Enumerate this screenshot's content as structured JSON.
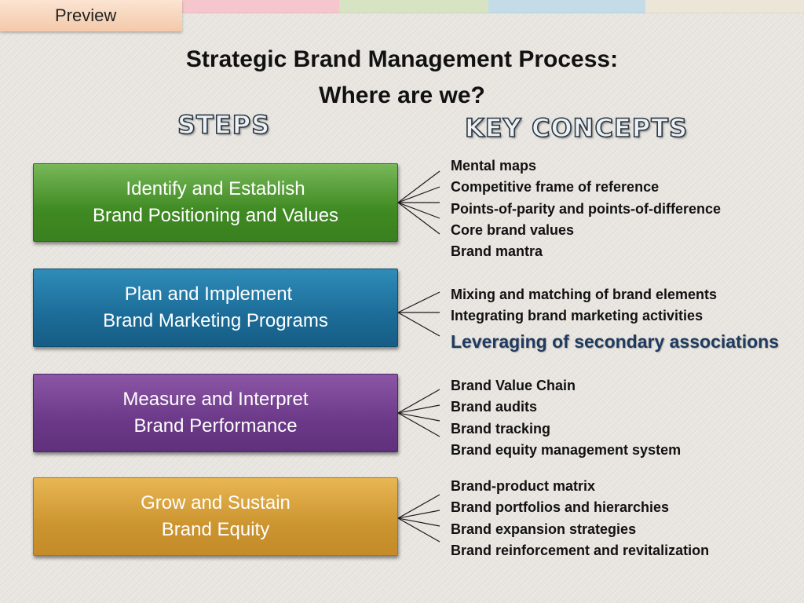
{
  "tab_label": "Preview",
  "tab_colors": [
    "#f5c6cc",
    "#d6e4c4",
    "#c3dce8",
    "#ece6d8"
  ],
  "title_lines": [
    "Strategic Brand Management Process:",
    "Where are we?"
  ],
  "headers": {
    "steps": "STEPS",
    "concepts": "KEY CONCEPTS"
  },
  "steps": [
    {
      "lines": [
        "Identify and Establish",
        "Brand Positioning and Values"
      ],
      "color": "#3f8a22"
    },
    {
      "lines": [
        "Plan and Implement",
        "Brand Marketing Programs"
      ],
      "color": "#1c6c98"
    },
    {
      "lines": [
        "Measure and Interpret",
        "Brand Performance"
      ],
      "color": "#6b3988"
    },
    {
      "lines": [
        "Grow and Sustain",
        "Brand Equity"
      ],
      "color": "#cc9530"
    }
  ],
  "concepts": [
    [
      "Mental maps",
      "Competitive frame of reference",
      "Points-of-parity and points-of-difference",
      "Core brand values",
      "Brand mantra"
    ],
    [
      "Mixing and matching of brand elements",
      "Integrating brand marketing activities",
      "Leveraging of secondary associations"
    ],
    [
      "Brand Value Chain",
      "Brand audits",
      "Brand tracking",
      "Brand equity management system"
    ],
    [
      "Brand-product matrix",
      "Brand portfolios and hierarchies",
      "Brand expansion strategies",
      "Brand reinforcement and revitalization"
    ]
  ]
}
